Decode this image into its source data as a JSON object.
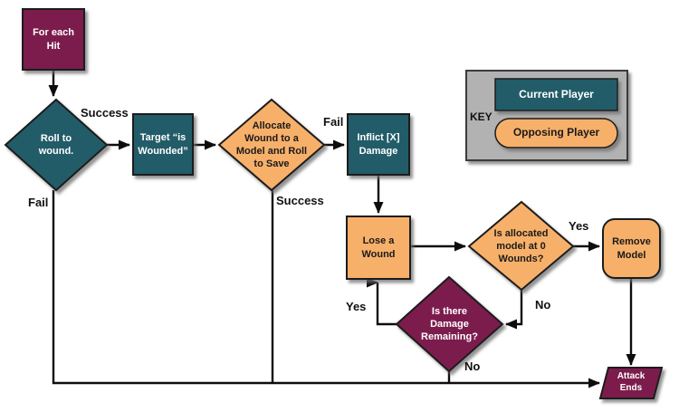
{
  "flowchart": {
    "nodes": {
      "for_each_hit": "For each Hit",
      "roll_to_wound": "Roll to wound.",
      "target_wounded": "Target “is Wounded”",
      "allocate_wound": "Allocate Wound to a Model and Roll to Save",
      "inflict_damage": "Inflict [X] Damage",
      "lose_a_wound": "Lose a Wound",
      "model_at_zero": "Is allocated model at 0 Wounds?",
      "remove_model": "Remove Model",
      "damage_remaining": "Is there Damage Remaining?",
      "attack_ends": "Attack Ends"
    },
    "edge_labels": {
      "roll_success": "Success",
      "roll_fail": "Fail",
      "save_fail": "Fail",
      "save_success": "Success",
      "zero_yes": "Yes",
      "zero_no": "No",
      "damage_yes": "Yes",
      "damage_no": "No"
    },
    "key": {
      "title": "KEY",
      "current_player": "Current Player",
      "opposing_player": "Opposing Player"
    },
    "colors": {
      "current_player_teal": "#235C68",
      "opposing_player_orange": "#F7B06A",
      "maroon": "#7C1F4E",
      "key_background": "#B2B2B2"
    }
  }
}
